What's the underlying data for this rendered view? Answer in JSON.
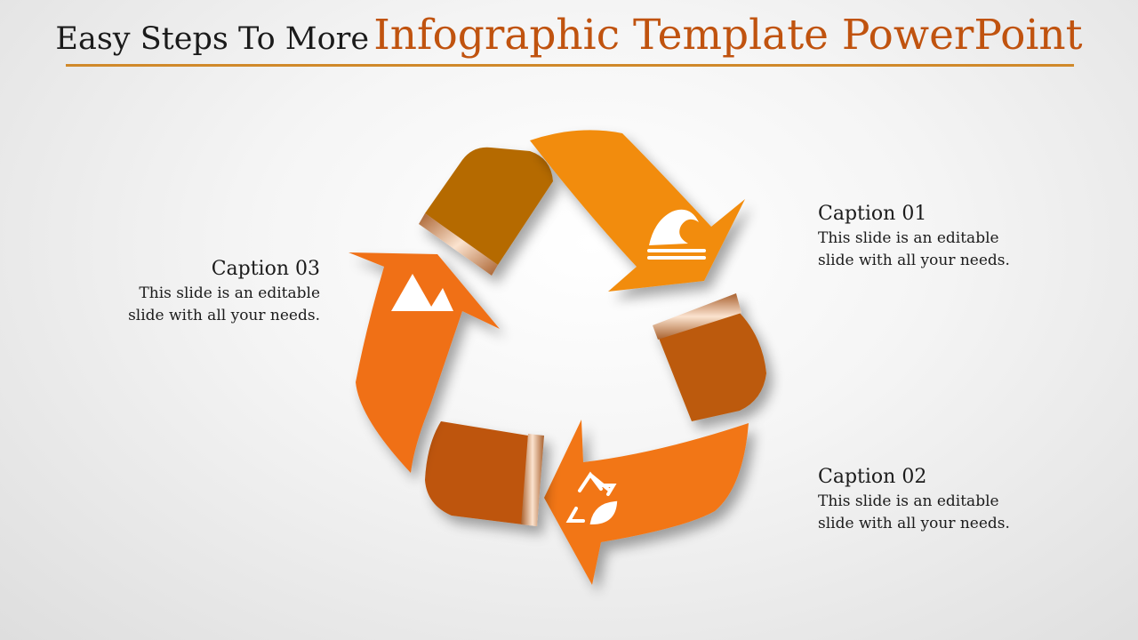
{
  "header": {
    "title_plain": "Easy Steps To More",
    "title_accent": "Infographic Template PowerPoint"
  },
  "colors": {
    "arrow_1": "#f28c0c",
    "arrow_2": "#f27614",
    "arrow_3": "#f07016",
    "tab_1": "#b56b06",
    "tab_2": "#bc5a08",
    "tab_3": "#be5409",
    "title_accent": "#c0530f",
    "rule": "#d0892a"
  },
  "steps": [
    {
      "icon": "wave-icon",
      "caption": "Caption 01",
      "text_line_1": "This slide is an editable",
      "text_line_2": "slide with all your needs."
    },
    {
      "icon": "recycle-leaf-icon",
      "caption": "Caption 02",
      "text_line_1": "This slide is an editable",
      "text_line_2": "slide with all your needs."
    },
    {
      "icon": "mountain-icon",
      "caption": "Caption 03",
      "text_line_1": "This slide is an editable",
      "text_line_2": "slide with all your needs."
    }
  ]
}
